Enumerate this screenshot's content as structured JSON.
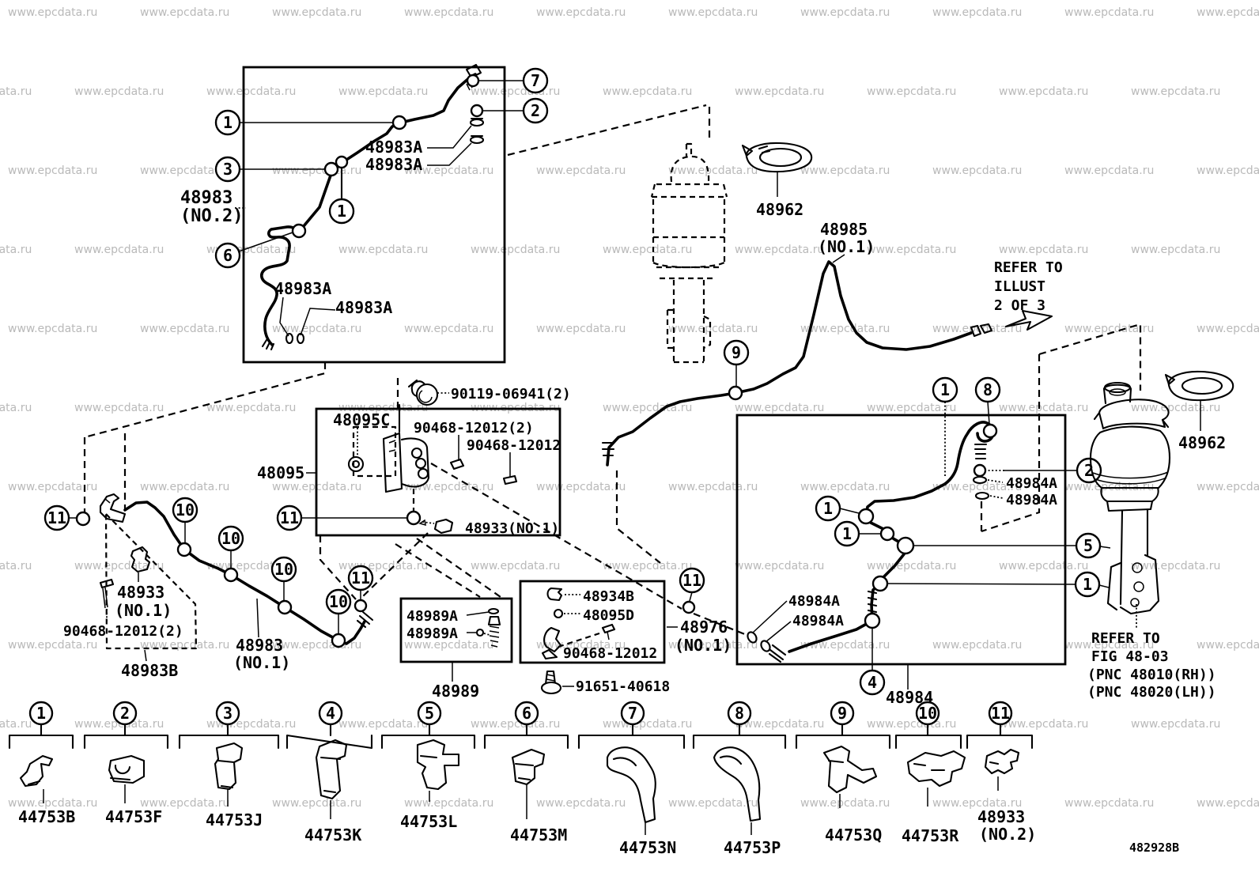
{
  "watermark": {
    "text": "www.epcdata.ru"
  },
  "doc": {
    "code": "482928B"
  },
  "callouts": {
    "n1": "1",
    "n2": "2",
    "n3": "3",
    "n4": "4",
    "n5": "5",
    "n6": "6",
    "n7": "7",
    "n8": "8",
    "n9": "9",
    "n10": "10",
    "n11": "11"
  },
  "parts": {
    "p48983a": "48983A",
    "p48983": "48983",
    "no2": "(NO.2)",
    "no1": "(NO.1)",
    "p48983b": "48983B",
    "p48095": "48095",
    "p48095c": "48095C",
    "p48095d": "48095D",
    "p90119": "90119-06941(2)",
    "p90468_2": "90468-12012(2)",
    "p90468": "90468-12012",
    "p91651": "91651-40618",
    "p48933": "48933",
    "p48933no1": "48933(NO.1)",
    "p48934b": "48934B",
    "p48989a": "48989A",
    "p48989": "48989",
    "p48976": "48976",
    "p48962": "48962",
    "p48985": "48985",
    "p48984a": "48984A",
    "p48984": "48984"
  },
  "notes": {
    "illust": [
      "REFER TO",
      "ILLUST",
      "2 OF 3"
    ],
    "fig": [
      "REFER TO",
      "FIG 48-03",
      "(PNC 48010(RH))",
      "(PNC 48020(LH))"
    ]
  },
  "bottom_row": [
    {
      "num": "1",
      "part": "44753B"
    },
    {
      "num": "2",
      "part": "44753F"
    },
    {
      "num": "3",
      "part": "44753J"
    },
    {
      "num": "4",
      "part": "44753K"
    },
    {
      "num": "5",
      "part": "44753L"
    },
    {
      "num": "6",
      "part": "44753M"
    },
    {
      "num": "7",
      "part": "44753N"
    },
    {
      "num": "8",
      "part": "44753P"
    },
    {
      "num": "9",
      "part": "44753Q"
    },
    {
      "num": "10",
      "part": "44753R"
    },
    {
      "num": "11",
      "part": "48933",
      "part2": "(NO.2)"
    }
  ]
}
